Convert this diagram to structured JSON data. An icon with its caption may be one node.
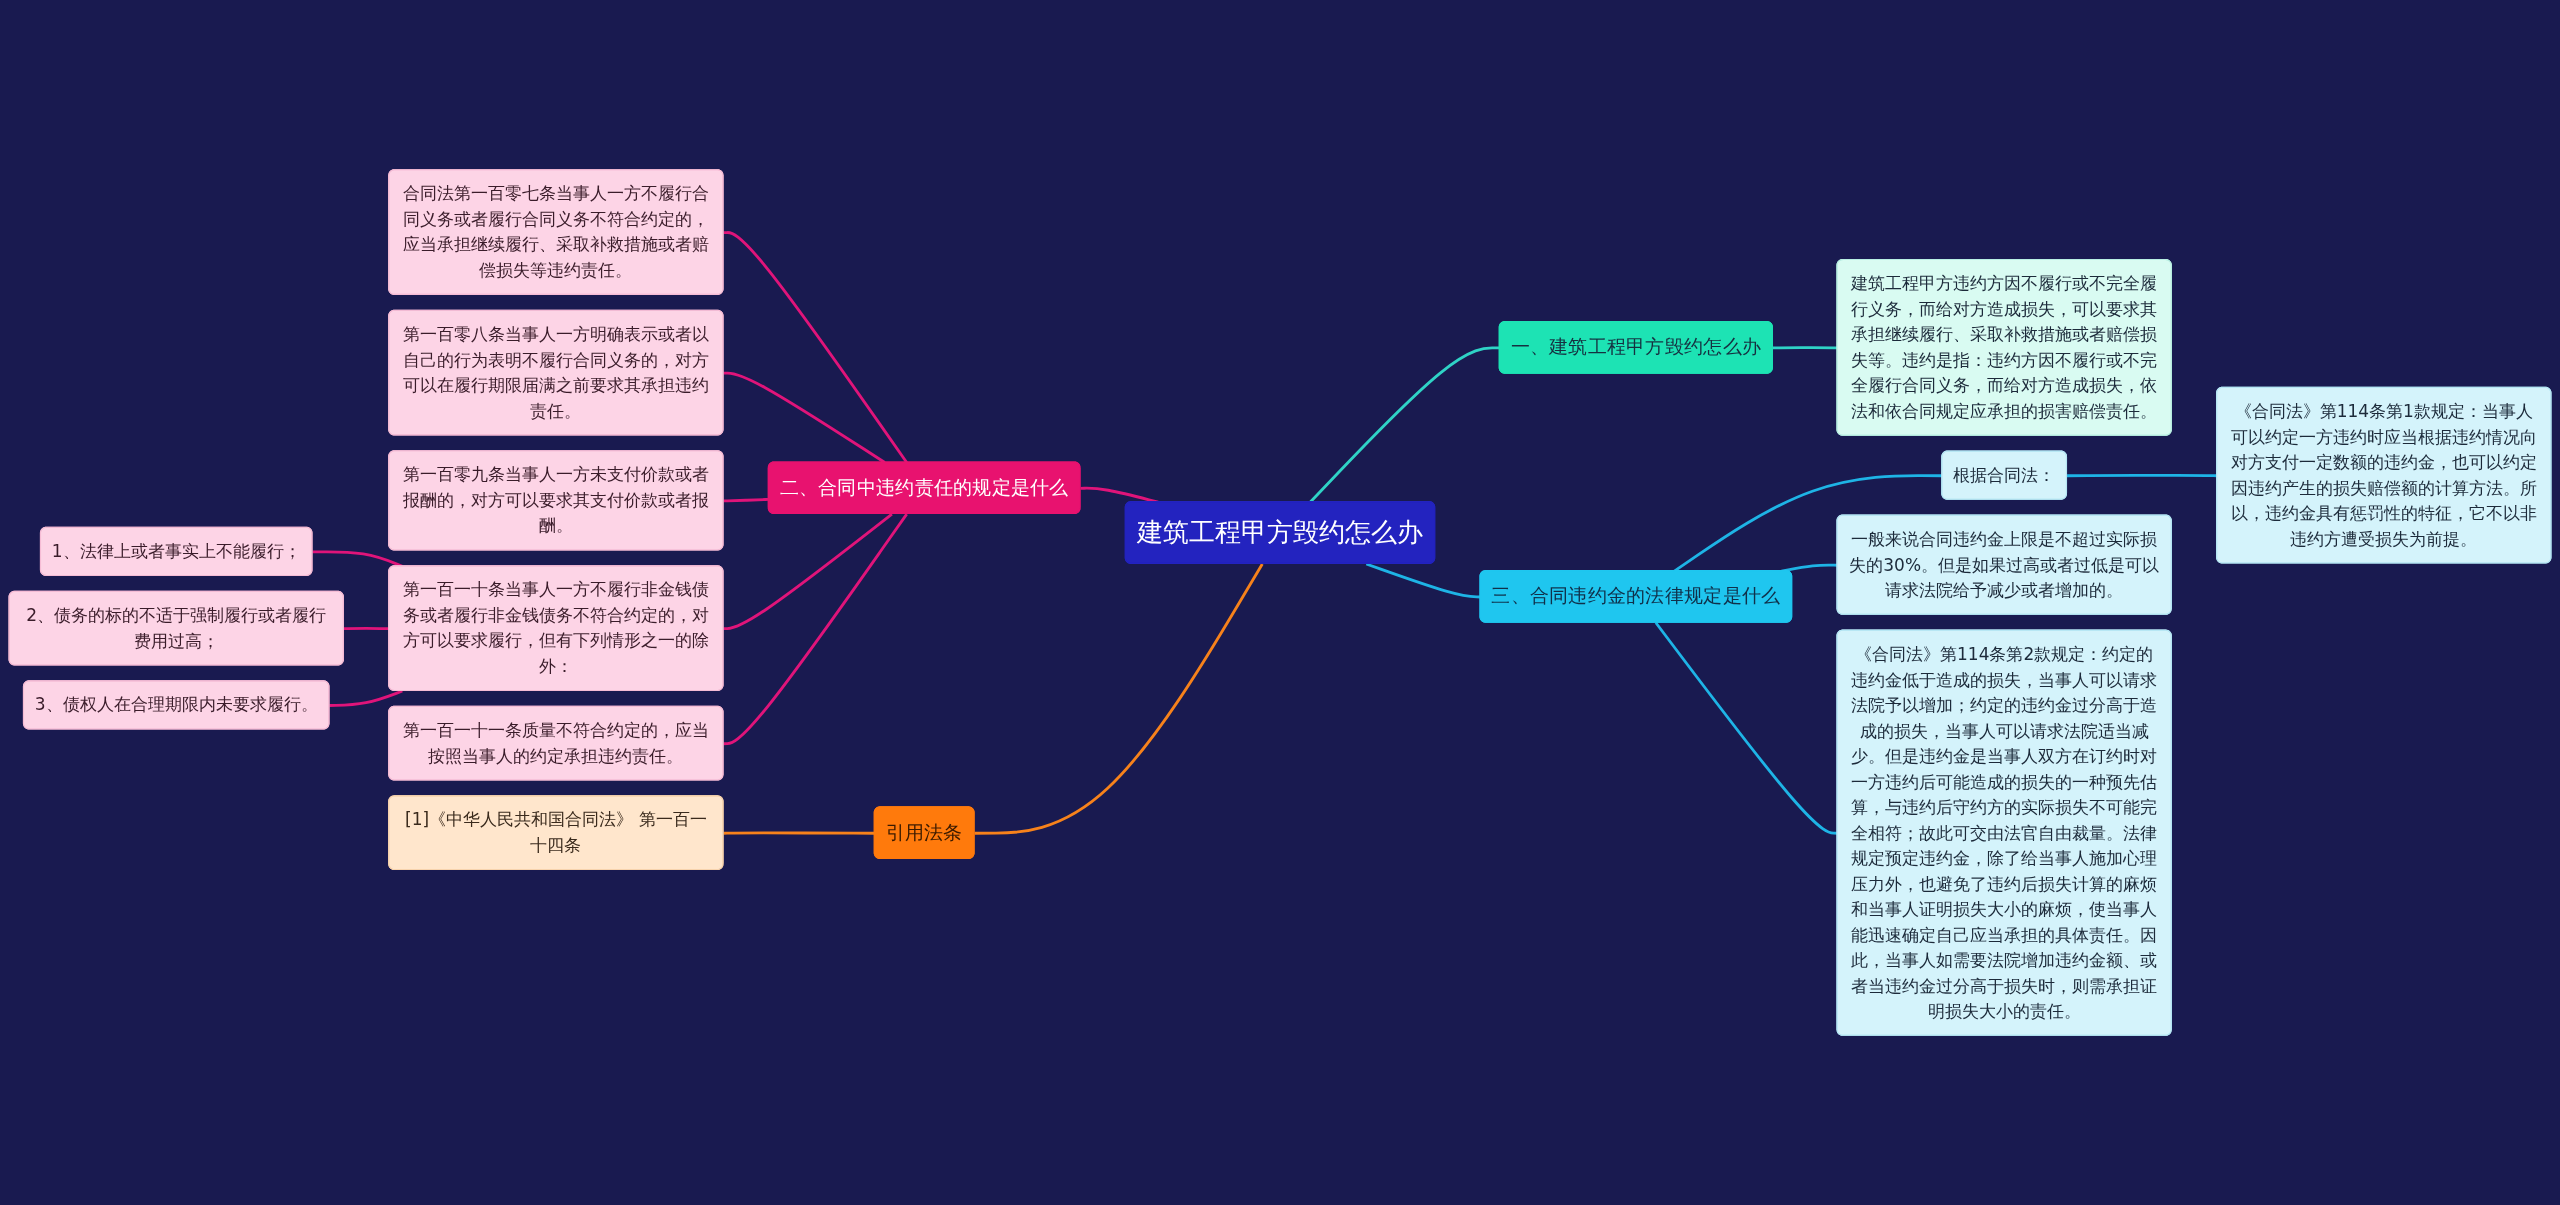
{
  "diagram": {
    "nodes": [
      {
        "text": [
          "建筑工程甲方毁约怎么办"
        ]
      },
      {
        "text": [
          "一、建筑工程甲方毁约怎么办"
        ]
      },
      {
        "text": [
          "建筑工程甲方违约方因不履行或不完全履行义务，而给对方造成损失，可以要求其承担继续履行、采取补救措施或者赔偿损失等。违约是指：违约方因不履行或不完全履行合同义务，而给对方造成损失，依法和依合同规定应承担的损害赔偿责任。"
        ]
      },
      {
        "text": [
          "三、合同违约金的法律规定是什么"
        ]
      },
      {
        "text": [
          "根据合同法："
        ]
      },
      {
        "text": [
          "《合同法》第114条第1款规定：当事人可以约定一方违约时应当根据违约情况向对方支付一定数额的违约金，也可以约定因违约产生的损失赔偿额的计算方法。所以，违约金具有惩罚性的特征，它不以非违约方遭受损失为前提。"
        ]
      },
      {
        "text": [
          "一般来说合同违约金上限是不超过实际损失的30%。但是如果过高或者过低是可以请求法院给予减少或者增加的。"
        ]
      },
      {
        "text": [
          "《合同法》第114条第2款规定：约定的违约金低于造成的损失，当事人可以请求法院予以增加；约定的违约金过分高于造成的损失，当事人可以请求法院适当减少。但是违约金是当事人双方在订约时对一方违约后可能造成的损失的一种预先估算，与违约后守约方的实际损失不可能完全相符；故此可交由法官自由裁量。法律规定预定违约金，除了给当事人施加心理压力外，也避免了违约后损失计算的麻烦和当事人证明损失大小的麻烦，使当事人能迅速确定自己应当承担的具体责任。因此，当事人如需要法院增加违约金额、或者当违约金过分高于损失时，则需承担证明损失大小的责任。"
        ]
      },
      {
        "text": [
          "二、合同中违约责任的规定是什么"
        ]
      },
      {
        "text": [
          "合同法第一百零七条当事人一方不履行合同义务或者履行合同义务不符合约定的，应当承担继续履行、采取补救措施或者赔偿损失等违约责任。"
        ]
      },
      {
        "text": [
          "第一百零八条当事人一方明确表示或者以自己的行为表明不履行合同义务的，对方可以在履行期限届满之前要求其承担违约责任。"
        ]
      },
      {
        "text": [
          "第一百零九条当事人一方未支付价款或者报酬的，对方可以要求其支付价款或者报酬。"
        ]
      },
      {
        "text": [
          "第一百一十条当事人一方不履行非金钱债务或者履行非金钱债务不符合约定的，对方可以要求履行，但有下列情形之一的除外："
        ]
      },
      {
        "text": [
          "1、法律上或者事实上不能履行；"
        ]
      },
      {
        "text": [
          "2、债务的标的不适于强制履行或者履行费用过高；"
        ]
      },
      {
        "text": [
          "3、债权人在合理期限内未要求履行。"
        ]
      },
      {
        "text": [
          "第一百一十一条质量不符合约定的，应当按照当事人的约定承担违约责任。"
        ]
      },
      {
        "text": [
          "引用法条"
        ]
      },
      {
        "text": [
          "[1]《中华人民共和国合同法》 第一百一十四条"
        ]
      }
    ],
    "edges": [
      {
        "from": 0,
        "to": 1,
        "arrow": "none",
        "color": "#2fd3c6"
      },
      {
        "from": 1,
        "to": 2,
        "arrow": "none",
        "color": "#2fd3c6"
      },
      {
        "from": 0,
        "to": 3,
        "arrow": "none",
        "color": "#1eb4e6"
      },
      {
        "from": 3,
        "to": 4,
        "arrow": "none",
        "color": "#1eb4e6"
      },
      {
        "from": 4,
        "to": 5,
        "arrow": "none",
        "color": "#1eb4e6"
      },
      {
        "from": 3,
        "to": 6,
        "arrow": "none",
        "color": "#1eb4e6"
      },
      {
        "from": 3,
        "to": 7,
        "arrow": "none",
        "color": "#1eb4e6"
      },
      {
        "from": 8,
        "to": 0,
        "arrow": "none"
      },
      {
        "from": 9,
        "to": 8,
        "arrow": "none"
      },
      {
        "from": 10,
        "to": 8,
        "arrow": "none"
      },
      {
        "from": 11,
        "to": 8,
        "arrow": "none"
      },
      {
        "from": 12,
        "to": 8,
        "arrow": "none"
      },
      {
        "from": 13,
        "to": 12,
        "arrow": "none"
      },
      {
        "from": 14,
        "to": 12,
        "arrow": "none"
      },
      {
        "from": 15,
        "to": 12,
        "arrow": "none"
      },
      {
        "from": 16,
        "to": 8,
        "arrow": "none"
      },
      {
        "from": 17,
        "to": 0,
        "arrow": "none",
        "color": "#f7821b"
      },
      {
        "from": 18,
        "to": 17,
        "arrow": "none",
        "color": "#f7821b"
      }
    ]
  }
}
